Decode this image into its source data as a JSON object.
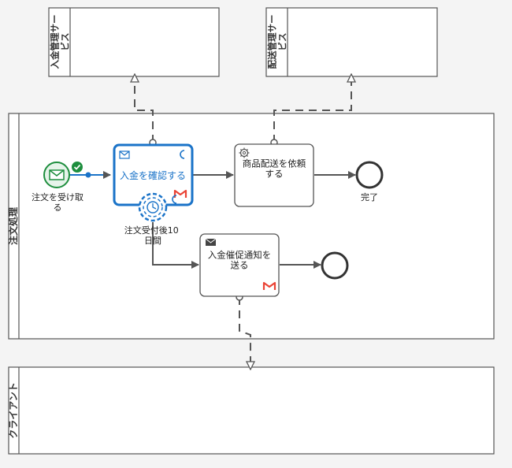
{
  "pools": {
    "payment_service": "入金管理サービス",
    "delivery_service": "配送管理サービス",
    "order_process": "注文処理",
    "client": "クライアント"
  },
  "events": {
    "start": "注文を受け取る",
    "end_complete": "完了",
    "timer": "注文受付後10日間"
  },
  "tasks": {
    "confirm_payment": "入金を確認する",
    "request_delivery": "商品配送を依頼する",
    "send_reminder": "入金催促通知を送る"
  },
  "colors": {
    "background": "#f4f4f4",
    "stroke": "#555555",
    "selected": "#1a73c8",
    "start_event": "#1e8e3e",
    "start_fill": "#e6f4ea",
    "gmail_red": "#ea4335"
  }
}
